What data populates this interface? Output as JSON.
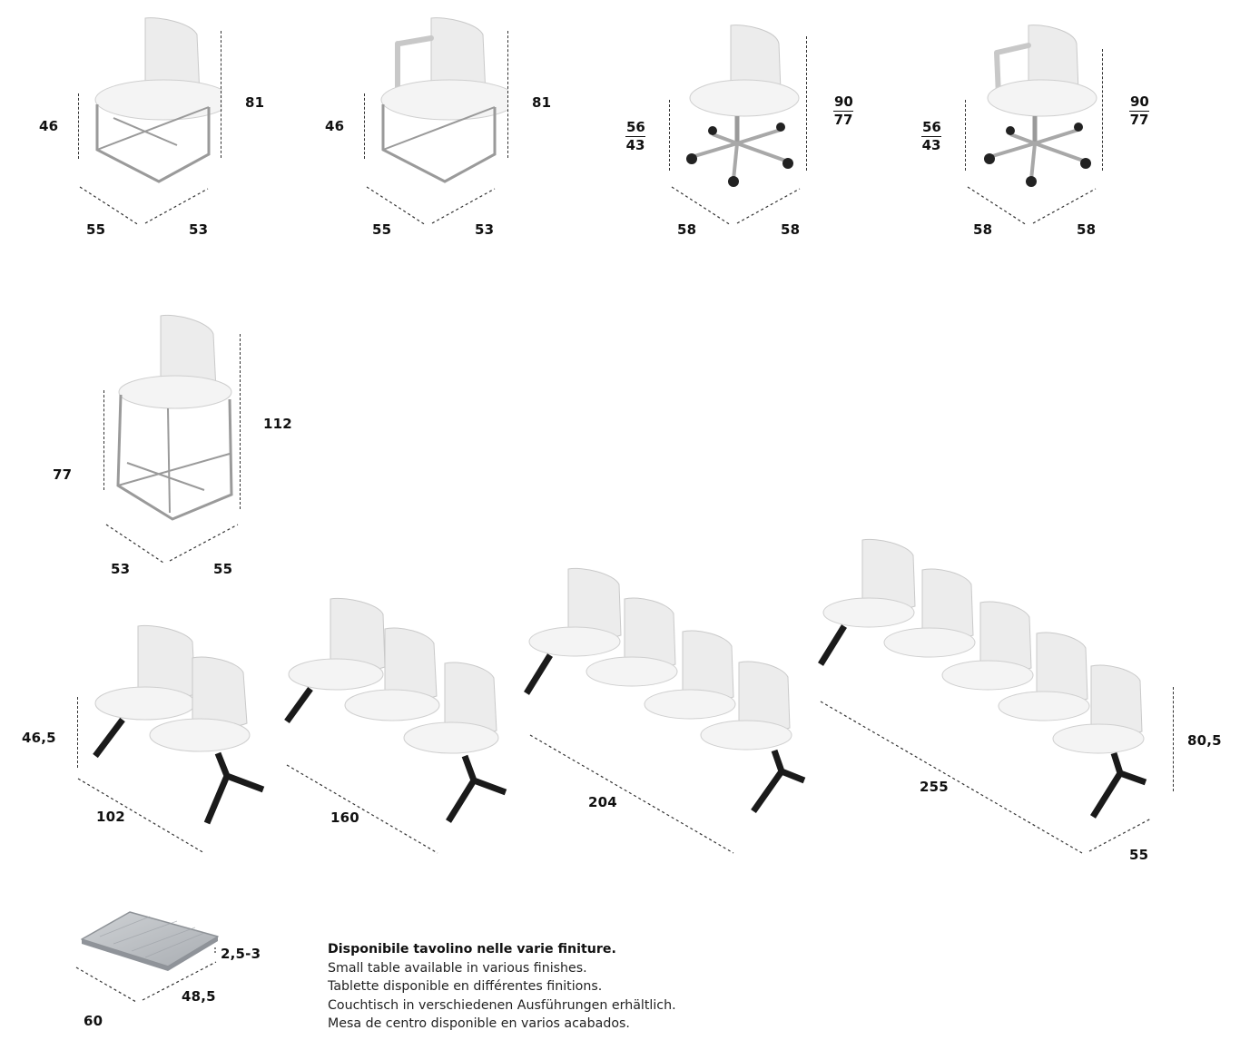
{
  "products": [
    {
      "id": "chair",
      "dims": {
        "seat_height": "46",
        "total_height": "81",
        "depth": "55",
        "width": "53"
      }
    },
    {
      "id": "chair-armrest",
      "dims": {
        "seat_height": "46",
        "total_height": "81",
        "depth": "55",
        "width": "53"
      }
    },
    {
      "id": "swivel-chair",
      "dims": {
        "seat_height_num": "56",
        "seat_height_den": "43",
        "total_height_num": "90",
        "total_height_den": "77",
        "depth": "58",
        "width": "58"
      }
    },
    {
      "id": "swivel-chair-armrest",
      "dims": {
        "seat_height_num": "56",
        "seat_height_den": "43",
        "total_height_num": "90",
        "total_height_den": "77",
        "depth": "58",
        "width": "58"
      }
    },
    {
      "id": "stool",
      "dims": {
        "seat_height": "77",
        "total_height": "112",
        "depth": "53",
        "width": "55"
      }
    }
  ],
  "beams": {
    "seat_height": "46,5",
    "total_height": "80,5",
    "depth": "55",
    "lengths": [
      "102",
      "160",
      "204",
      "255"
    ]
  },
  "table": {
    "thickness": "2,5-3",
    "width": "48,5",
    "length": "60"
  },
  "caption": {
    "title": "Disponibile tavolino nelle varie finiture.",
    "lines": [
      "Small table available in various finishes.",
      "Tablette disponible en différentes finitions.",
      "Couchtisch in verschiedenen Ausführungen erhältlich.",
      "Mesa de centro disponible en varios acabados."
    ]
  },
  "colors": {
    "ink": "#111111",
    "shell": "#e6e6e6",
    "frame": "#9a9a9a",
    "base": "#1a1a1a",
    "wood": "#b9bcc0"
  }
}
